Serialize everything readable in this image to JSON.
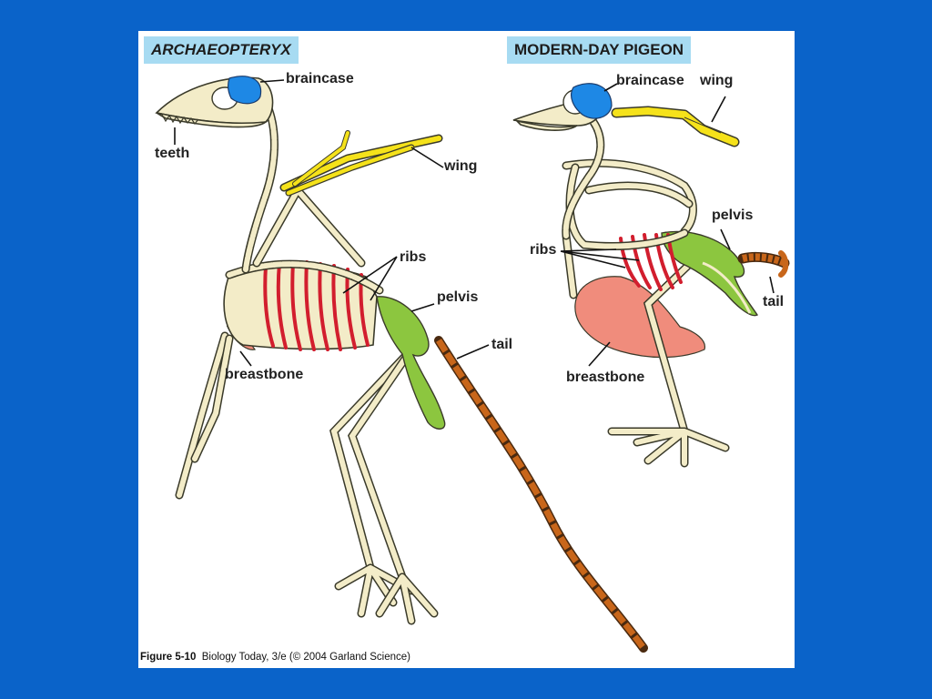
{
  "left_title": "ARCHAEOPTERYX",
  "right_title": "MODERN-DAY PIGEON",
  "labels_left": {
    "braincase": "braincase",
    "teeth": "teeth",
    "wing": "wing",
    "ribs": "ribs",
    "pelvis": "pelvis",
    "tail": "tail",
    "breastbone": "breastbone"
  },
  "labels_right": {
    "braincase": "braincase",
    "wing": "wing",
    "pelvis": "pelvis",
    "ribs": "ribs",
    "tail": "tail",
    "breastbone": "breastbone"
  },
  "caption": {
    "figure": "Figure 5-10",
    "source": "Biology Today, 3/e (© 2004 Garland Science)"
  },
  "colors": {
    "background": "#0a63c9",
    "bone": "#f3ecc8",
    "bone_outline": "#3a3a2a",
    "braincase": "#1e88e5",
    "wing": "#f5e21a",
    "ribs": "#d21e2e",
    "pelvis": "#8cc63f",
    "tail": "#c8661a",
    "breastbone": "#f08c7c",
    "title_box": "#a7dbf2"
  }
}
